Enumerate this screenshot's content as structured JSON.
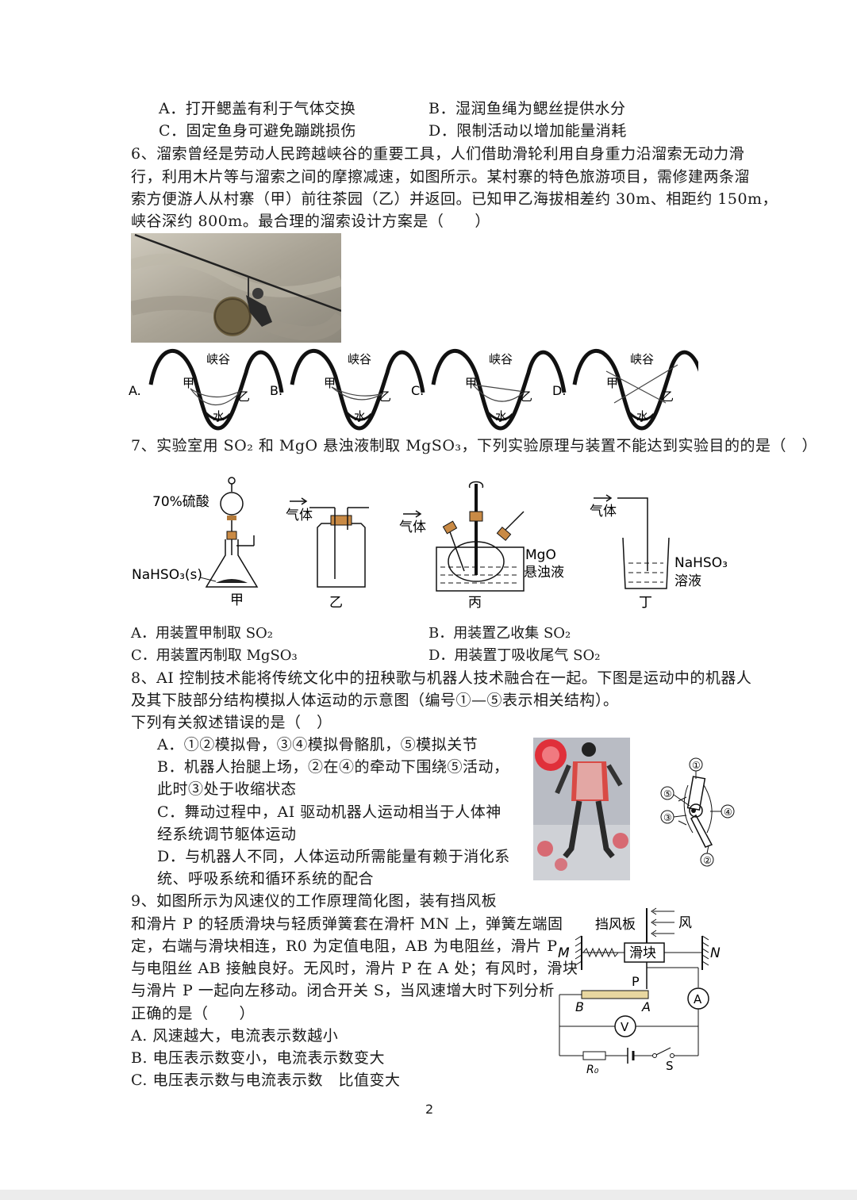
{
  "q5_options": [
    {
      "label": "A．打开鳃盖有利于气体交换"
    },
    {
      "label": "B．湿润鱼绳为鳃丝提供水分"
    },
    {
      "label": "C．固定鱼身可避免蹦跳损伤"
    },
    {
      "label": "D．限制活动以增加能量消耗"
    }
  ],
  "q6": {
    "lines": [
      "6、溜索曾经是劳动人民跨越峡谷的重要工具，人们借助滑轮利用自身重力沿溜索无动力滑",
      "行，利用木片等与溜索之间的摩擦减速，如图所示。某村寨的特色旅游项目，需修建两条溜",
      "索方便游人从村寨（甲）前往茶园（乙）并返回。已知甲乙海拔相差约 30m、相距约 150m，",
      "峡谷深约 800m。最合理的溜索设计方案是（　　）"
    ],
    "diagram_labels": {
      "gorge": "峡谷",
      "jia": "甲",
      "yi": "乙",
      "water": "水"
    },
    "option_letters": [
      "A.",
      "B.",
      "C.",
      "D."
    ]
  },
  "q7": {
    "question": "7、实验室用 SO₂ 和 MgO 悬浊液制取 MgSO₃，下列实验原理与装置不能达到实验目的的是（　）",
    "labels": {
      "acid": "70%硫酸",
      "solid": "NaHSO₃(s)",
      "gas": "气体",
      "mgo_line1": "MgO",
      "mgo_line2": "悬浊液",
      "nahso3_line1": "NaHSO₃",
      "nahso3_line2": "溶液",
      "jia": "甲",
      "yi": "乙",
      "bing": "丙",
      "ding": "丁"
    },
    "options": [
      "A．用装置甲制取 SO₂",
      "B．用装置乙收集 SO₂",
      "C．用装置丙制取 MgSO₃",
      "D．用装置丁吸收尾气 SO₂"
    ]
  },
  "q8": {
    "lines": [
      "8、AI 控制技术能将传统文化中的扭秧歌与机器人技术融合在一起。下图是运动中的机器人",
      "及其下肢部分结构模拟人体运动的示意图（编号①—⑤表示相关结构）。",
      "下列有关叙述错误的是（　）"
    ],
    "options": [
      "A．①②模拟骨，③④模拟骨骼肌，⑤模拟关节",
      "B．机器人抬腿上场，②在④的牵动下围绕⑤活动，",
      "此时③处于收缩状态",
      "C．舞动过程中，AI 驱动机器人运动相当于人体神",
      "经系统调节躯体运动",
      "D．与机器人不同，人体运动所需能量有赖于消化系",
      "统、呼吸系统和循环系统的配合"
    ],
    "marks": [
      "①",
      "②",
      "③",
      "④",
      "⑤"
    ]
  },
  "q9": {
    "lines": [
      "9、如图所示为风速仪的工作原理简化图，装有挡风板",
      "和滑片 P 的轻质滑块与轻质弹簧套在滑杆 MN 上，弹簧左端固",
      "定，右端与滑块相连，R0 为定值电阻，AB 为电阻丝，滑片 P",
      "与电阻丝 AB 接触良好。无风时，滑片 P 在 A 处；有风时，滑块",
      "与滑片 P 一起向左移动。闭合开关 S，当风速增大时下列分析",
      "正确的是（　　）"
    ],
    "options": [
      "A. 风速越大，电流表示数越小",
      "B. 电压表示数变小，电流表示数变大",
      "C. 电压表示数与电流表示数　比值变大"
    ],
    "circuit": {
      "board": "挡风板",
      "wind": "风",
      "slider": "滑块",
      "M": "M",
      "N": "N",
      "P": "P",
      "A": "A",
      "B": "B",
      "ammeter": "A",
      "voltmeter": "V",
      "R0": "R₀",
      "S": "S"
    }
  },
  "page_number": "2"
}
